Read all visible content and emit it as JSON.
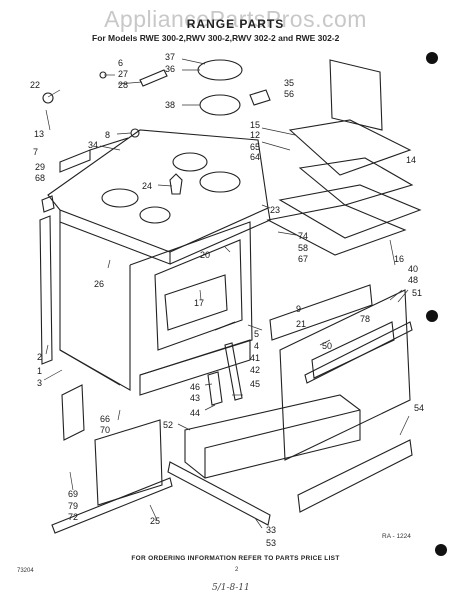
{
  "header": {
    "watermark": "AppliancePartsPros.com",
    "title": "RANGE PARTS",
    "subtitle": "For Models RWE 300-2,RWV 300-2,RWV 302-2 and RWE 302-2"
  },
  "footer": {
    "ordering_note": "FOR ORDERING INFORMATION REFER TO PARTS PRICE LIST",
    "drawing_code": "73204",
    "page_number": "2",
    "handwritten_note": "5/1-8-11",
    "figure_code": "RA - 1224"
  },
  "callouts": [
    "6",
    "27",
    "28",
    "37",
    "36",
    "35",
    "56",
    "38",
    "22",
    "13",
    "8",
    "7",
    "34",
    "29",
    "68",
    "24",
    "15",
    "12",
    "65",
    "64",
    "14",
    "23",
    "74",
    "58",
    "67",
    "20",
    "26",
    "17",
    "16",
    "40",
    "48",
    "51",
    "9",
    "21",
    "78",
    "5",
    "4",
    "50",
    "2",
    "1",
    "3",
    "41",
    "42",
    "46",
    "43",
    "45",
    "44",
    "52",
    "54",
    "66",
    "70",
    "69",
    "79",
    "72",
    "25",
    "33",
    "53"
  ]
}
